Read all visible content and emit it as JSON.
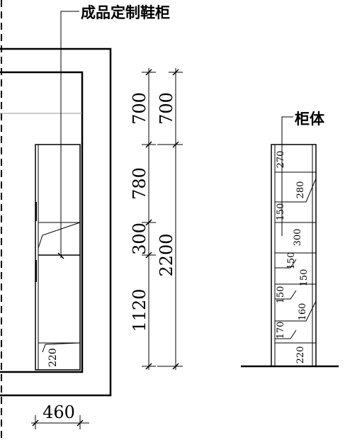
{
  "labels": {
    "cabinet_title": "成品定制鞋柜",
    "cabinet_body": "柜体"
  },
  "side_view": {
    "width": "460",
    "bottom_clearance": "220"
  },
  "dims_left": {
    "top": "700",
    "upper": "780",
    "middle": "300",
    "lower": "1120"
  },
  "dims_right": {
    "top": "700",
    "total": "2200"
  },
  "body_dims": {
    "d270": "270",
    "d280": "280",
    "d150a": "150",
    "d300": "300",
    "d150b": "150",
    "d150c": "150",
    "d150d": "150",
    "d160": "160",
    "d170": "170",
    "d220": "220"
  }
}
